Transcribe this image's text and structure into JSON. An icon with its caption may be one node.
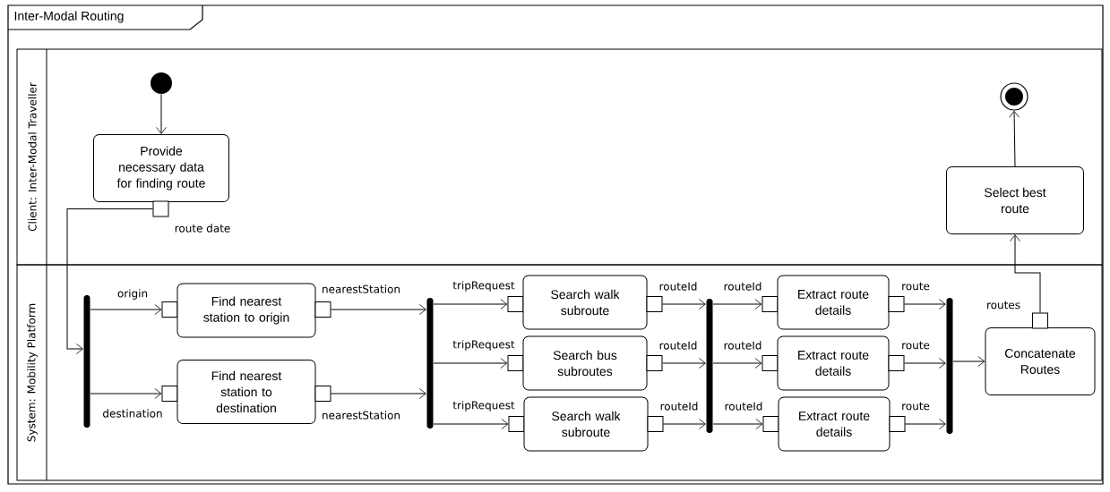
{
  "diagram": {
    "title": "Inter-Modal Routing",
    "nodes": [
      {
        "text": [
          "Client: Inter-Modal Traveller"
        ]
      },
      {
        "text": [
          "System: Mobility Platform"
        ]
      },
      {
        "text": [],
        "shape": "circle",
        "in": 0
      },
      {
        "text": [
          "Provide necessary data for finding route"
        ],
        "in": 0
      },
      {
        "text": [],
        "shape": "box",
        "in": 0,
        "beside": [
          "route date"
        ]
      },
      {
        "text": [
          "Select best route"
        ],
        "in": 0
      },
      {
        "text": [],
        "shape": "circle",
        "in": 0
      },
      {
        "text": [],
        "shape": "bar",
        "in": 1
      },
      {
        "text": [],
        "shape": "box",
        "in": 1,
        "beside": [
          "origin"
        ]
      },
      {
        "text": [
          "Find nearest station to origin"
        ],
        "in": 1
      },
      {
        "text": [],
        "shape": "box",
        "in": 1,
        "beside": [
          "nearestStation"
        ]
      },
      {
        "text": [],
        "shape": "box",
        "in": 1,
        "beside": [
          "destination"
        ]
      },
      {
        "text": [
          "Find nearest station to destination"
        ],
        "in": 1
      },
      {
        "text": [],
        "shape": "box",
        "in": 1,
        "beside": [
          "nearestStation"
        ]
      },
      {
        "text": [],
        "shape": "bar",
        "in": 1
      },
      {
        "text": [],
        "shape": "box",
        "in": 1,
        "beside": [
          "tripRequest"
        ]
      },
      {
        "text": [
          "Search walk subroute"
        ],
        "in": 1
      },
      {
        "text": [],
        "shape": "box",
        "in": 1,
        "beside": [
          "routeId"
        ]
      },
      {
        "text": [],
        "shape": "box",
        "in": 1,
        "beside": [
          "tripRequest"
        ]
      },
      {
        "text": [
          "Search bus subroutes"
        ],
        "in": 1
      },
      {
        "text": [],
        "shape": "box",
        "in": 1,
        "beside": [
          "routeId"
        ]
      },
      {
        "text": [],
        "shape": "box",
        "in": 1,
        "beside": [
          "tripRequest"
        ]
      },
      {
        "text": [
          "Search walk subroute"
        ],
        "in": 1
      },
      {
        "text": [],
        "shape": "box",
        "in": 1,
        "beside": [
          "routeId"
        ]
      },
      {
        "text": [],
        "shape": "bar",
        "in": 1
      },
      {
        "text": [],
        "shape": "box",
        "in": 1,
        "beside": [
          "routeId"
        ]
      },
      {
        "text": [
          "Extract route details"
        ],
        "in": 1
      },
      {
        "text": [],
        "shape": "box",
        "in": 1,
        "beside": [
          "route"
        ]
      },
      {
        "text": [],
        "shape": "box",
        "in": 1,
        "beside": [
          "routeId"
        ]
      },
      {
        "text": [
          "Extract route details"
        ],
        "in": 1
      },
      {
        "text": [],
        "shape": "box",
        "in": 1,
        "beside": [
          "route"
        ]
      },
      {
        "text": [],
        "shape": "box",
        "in": 1,
        "beside": [
          "routeId"
        ]
      },
      {
        "text": [
          "Extract route details"
        ],
        "in": 1
      },
      {
        "text": [],
        "shape": "box",
        "in": 1,
        "beside": [
          "route"
        ]
      },
      {
        "text": [],
        "shape": "bar",
        "in": 1
      },
      {
        "text": [
          "Concatenate Routes"
        ],
        "in": 1
      },
      {
        "text": [],
        "shape": "box",
        "in": 1,
        "beside": [
          "routes"
        ]
      }
    ],
    "edges": [
      {
        "from": 2,
        "to": 3,
        "arrow": "to"
      },
      {
        "from": 4,
        "to": 7,
        "arrow": "to"
      },
      {
        "from": 7,
        "to": 8,
        "arrow": "to"
      },
      {
        "from": 7,
        "to": 11,
        "arrow": "to"
      },
      {
        "from": 10,
        "to": 14,
        "arrow": "to"
      },
      {
        "from": 13,
        "to": 14,
        "arrow": "to"
      },
      {
        "from": 14,
        "to": 15,
        "arrow": "to"
      },
      {
        "from": 14,
        "to": 18,
        "arrow": "to"
      },
      {
        "from": 14,
        "to": 21,
        "arrow": "to"
      },
      {
        "from": 17,
        "to": 24,
        "arrow": "to"
      },
      {
        "from": 20,
        "to": 24,
        "arrow": "to"
      },
      {
        "from": 23,
        "to": 24,
        "arrow": "to"
      },
      {
        "from": 24,
        "to": 25,
        "arrow": "to"
      },
      {
        "from": 24,
        "to": 28,
        "arrow": "to"
      },
      {
        "from": 24,
        "to": 31,
        "arrow": "to"
      },
      {
        "from": 27,
        "to": 34,
        "arrow": "to"
      },
      {
        "from": 30,
        "to": 34,
        "arrow": "to"
      },
      {
        "from": 33,
        "to": 34,
        "arrow": "to"
      },
      {
        "from": 34,
        "to": 35,
        "arrow": "to"
      },
      {
        "from": 36,
        "to": 5,
        "arrow": "to"
      },
      {
        "from": 5,
        "to": 6,
        "arrow": "to"
      }
    ]
  }
}
